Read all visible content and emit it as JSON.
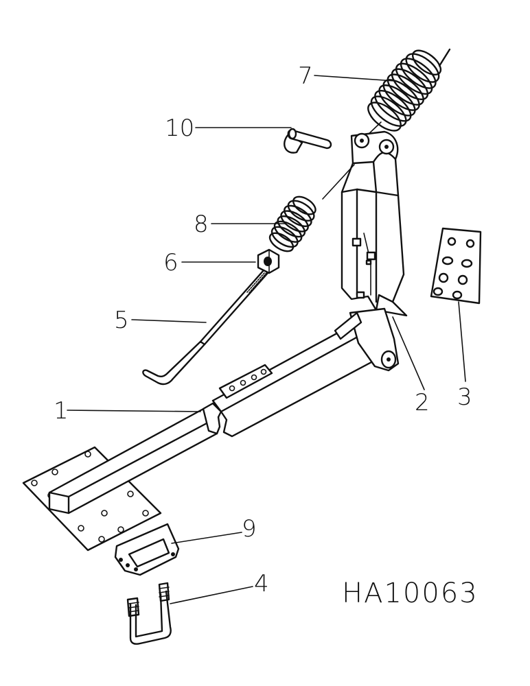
{
  "callouts": {
    "p1": "1",
    "p2": "2",
    "p3": "3",
    "p4": "4",
    "p5": "5",
    "p6": "6",
    "p7": "7",
    "p8": "8",
    "p9": "9",
    "p10": "10"
  },
  "reference_code": "HA10063"
}
